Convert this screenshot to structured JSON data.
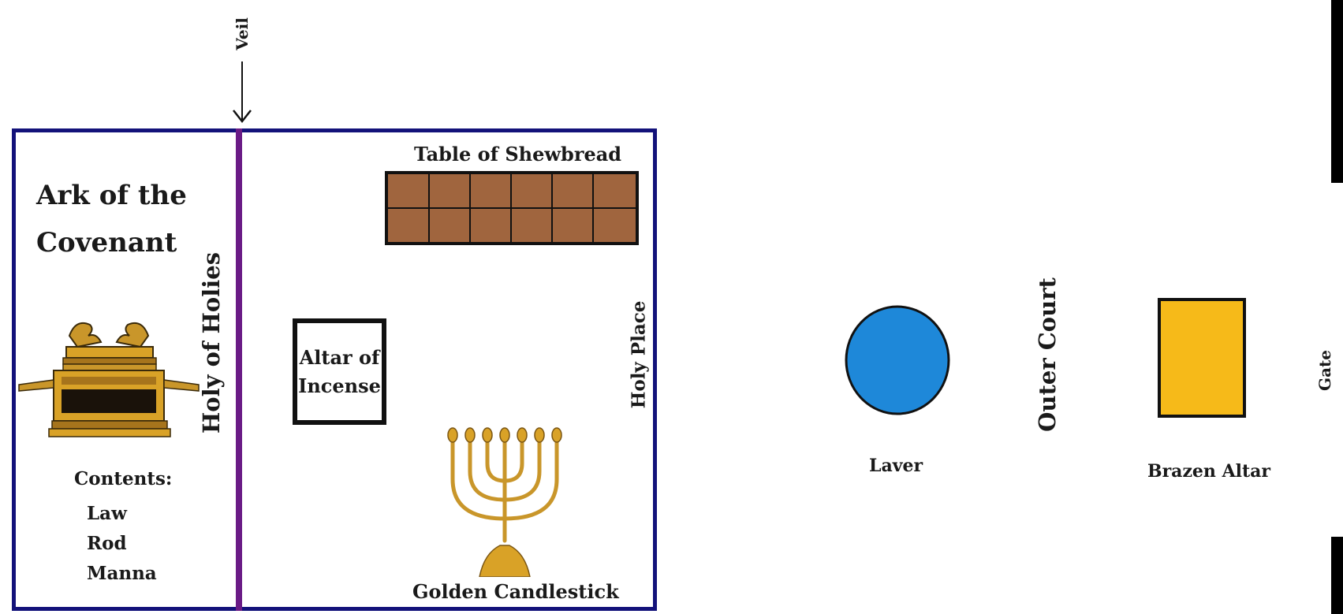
{
  "labels": {
    "veil": "Veil",
    "ark_line1": "Ark of the",
    "ark_line2": "Covenant",
    "holy_of_holies": "Holy of Holies",
    "contents_title": "Contents:",
    "contents": [
      "Law",
      "Rod",
      "Manna"
    ],
    "table_of_shewbread": "Table of Shewbread",
    "altar_line1": "Altar of",
    "altar_line2": "Incense",
    "holy_place": "Holy Place",
    "golden_candlestick": "Golden Candlestick",
    "outer_court": "Outer Court",
    "laver": "Laver",
    "brazen_altar": "Brazen Altar",
    "gate": "Gate"
  },
  "colors": {
    "tabernacle_border": "#13127a",
    "veil_line": "#6a1b86",
    "shewbread_table": "#a0653e",
    "laver": "#1e88d9",
    "brazen_altar": "#f6ba19",
    "gold": "#d9a227"
  },
  "icons": {
    "ark": "ark-of-covenant-icon",
    "candlestick": "menorah-icon",
    "arrow": "down-arrow-icon"
  }
}
